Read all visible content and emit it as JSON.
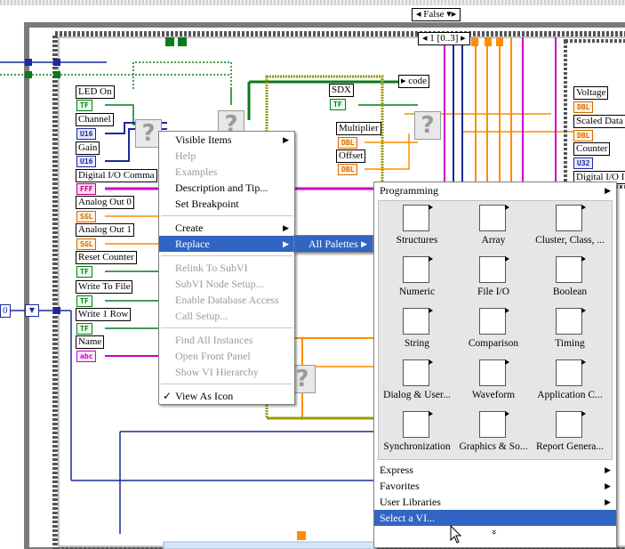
{
  "case_structure": {
    "outer_selector": "False",
    "inner_selector": "1 [0..3]"
  },
  "diagram_labels": {
    "led_on": "LED On",
    "channel": "Channel",
    "gain": "Gain",
    "digital_io_command": "Digital I/O Comma",
    "analog_out_0": "Analog Out 0",
    "analog_out_1": "Analog Out 1",
    "reset_counter": "Reset Counter",
    "write_to_file": "Write To File",
    "write_1_row": "Write 1 Row",
    "name": "Name",
    "sdx": "SDX",
    "multiplier": "Multiplier",
    "offset": "Offset",
    "code": "code",
    "voltage": "Voltage",
    "scaled_data": "Scaled Data",
    "counter": "Counter",
    "digital_io_right": "Digital I/O I",
    "left_const": "0"
  },
  "terminals": {
    "tf": "TF",
    "u16": "U16",
    "sgl": "SGL",
    "dbl": "DBL",
    "abc": "abc",
    "u32": "U32",
    "cluster": "FFF"
  },
  "context_menu": {
    "items": [
      {
        "label": "Visible Items",
        "submenu": true,
        "disabled": false
      },
      {
        "label": "Help",
        "disabled": true
      },
      {
        "label": "Examples",
        "disabled": true
      },
      {
        "label": "Description and Tip...",
        "disabled": false
      },
      {
        "label": "Set Breakpoint",
        "disabled": false
      },
      {
        "label": "Create",
        "submenu": true,
        "disabled": false
      },
      {
        "label": "Replace",
        "submenu": true,
        "selected": true,
        "disabled": false
      },
      {
        "label": "Relink To SubVI",
        "disabled": true
      },
      {
        "label": "SubVI Node Setup...",
        "disabled": true
      },
      {
        "label": "Enable Database Access",
        "disabled": true
      },
      {
        "label": "Call Setup...",
        "disabled": true
      },
      {
        "label": "Find All Instances",
        "disabled": true
      },
      {
        "label": "Open Front Panel",
        "disabled": true
      },
      {
        "label": "Show VI Hierarchy",
        "disabled": true
      },
      {
        "label": "View As Icon",
        "checked": true,
        "disabled": false
      }
    ]
  },
  "replace_submenu": {
    "all_palettes": "All Palettes"
  },
  "palette": {
    "header": "Programming",
    "icons": [
      {
        "label": "Structures",
        "icon": "structures-icon"
      },
      {
        "label": "Array",
        "icon": "array-icon"
      },
      {
        "label": "Cluster, Class, ...",
        "icon": "cluster-icon"
      },
      {
        "label": "Numeric",
        "icon": "numeric-icon"
      },
      {
        "label": "File I/O",
        "icon": "file-io-icon"
      },
      {
        "label": "Boolean",
        "icon": "boolean-icon"
      },
      {
        "label": "String",
        "icon": "string-icon"
      },
      {
        "label": "Comparison",
        "icon": "comparison-icon"
      },
      {
        "label": "Timing",
        "icon": "timing-icon"
      },
      {
        "label": "Dialog & User...",
        "icon": "dialog-icon"
      },
      {
        "label": "Waveform",
        "icon": "waveform-icon"
      },
      {
        "label": "Application C...",
        "icon": "application-control-icon"
      },
      {
        "label": "Synchronization",
        "icon": "synchronization-icon"
      },
      {
        "label": "Graphics & So...",
        "icon": "graphics-sound-icon"
      },
      {
        "label": "Report Genera...",
        "icon": "report-generation-icon"
      }
    ],
    "footer": [
      {
        "label": "Express",
        "submenu": true
      },
      {
        "label": "Favorites",
        "submenu": true
      },
      {
        "label": "User Libraries",
        "submenu": true
      },
      {
        "label": "Select a VI...",
        "selected": true
      }
    ],
    "more_glyph": "»"
  },
  "colors": {
    "selection": "#3165c4",
    "bool_wire": "#0a7a1a",
    "int_wire": "#1b2a9c",
    "dbl_wire": "#ff8c00",
    "string_wire": "#cc00cc"
  }
}
